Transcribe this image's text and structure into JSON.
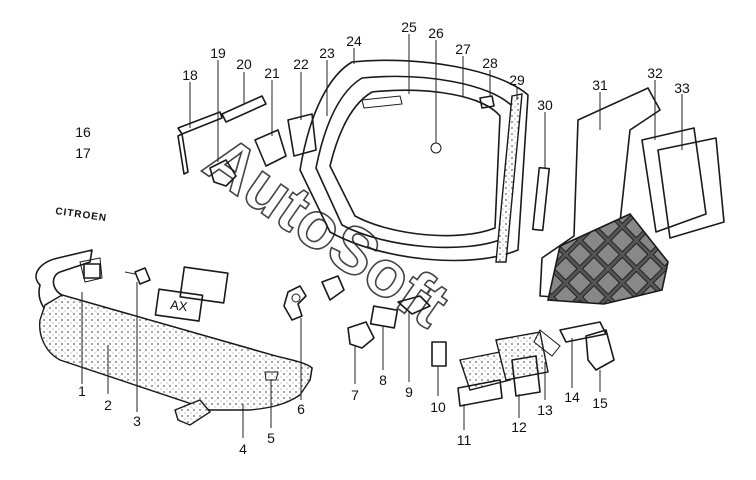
{
  "diagram": {
    "badge_text": "CITROEN",
    "plate_text": "AX",
    "watermark": "AutoSoft",
    "callouts": [
      {
        "id": "1",
        "label": "1"
      },
      {
        "id": "2",
        "label": "2"
      },
      {
        "id": "3",
        "label": "3"
      },
      {
        "id": "4",
        "label": "4"
      },
      {
        "id": "5",
        "label": "5"
      },
      {
        "id": "6",
        "label": "6"
      },
      {
        "id": "7",
        "label": "7"
      },
      {
        "id": "8",
        "label": "8"
      },
      {
        "id": "9",
        "label": "9"
      },
      {
        "id": "10",
        "label": "10"
      },
      {
        "id": "11",
        "label": "11"
      },
      {
        "id": "12",
        "label": "12"
      },
      {
        "id": "13",
        "label": "13"
      },
      {
        "id": "14",
        "label": "14"
      },
      {
        "id": "15",
        "label": "15"
      },
      {
        "id": "16",
        "label": "16"
      },
      {
        "id": "17",
        "label": "17"
      },
      {
        "id": "18",
        "label": "18"
      },
      {
        "id": "19",
        "label": "19"
      },
      {
        "id": "20",
        "label": "20"
      },
      {
        "id": "21",
        "label": "21"
      },
      {
        "id": "22",
        "label": "22"
      },
      {
        "id": "23",
        "label": "23"
      },
      {
        "id": "24",
        "label": "24"
      },
      {
        "id": "25",
        "label": "25"
      },
      {
        "id": "26",
        "label": "26"
      },
      {
        "id": "27",
        "label": "27"
      },
      {
        "id": "28",
        "label": "28"
      },
      {
        "id": "29",
        "label": "29"
      },
      {
        "id": "30",
        "label": "30"
      },
      {
        "id": "31",
        "label": "31"
      },
      {
        "id": "32",
        "label": "32"
      },
      {
        "id": "33",
        "label": "33"
      }
    ]
  }
}
